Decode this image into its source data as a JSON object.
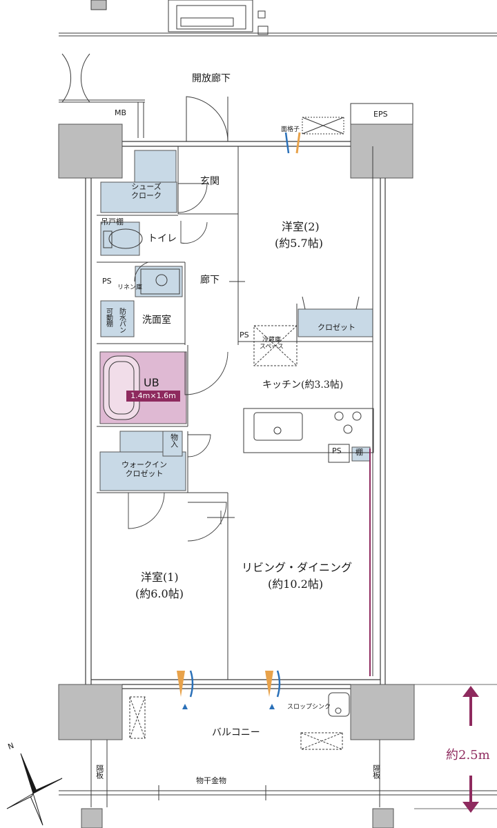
{
  "colors": {
    "wall": "#bdbdbd",
    "wall_stroke": "#555555",
    "line": "#3a3a3a",
    "storage_fill": "#c8d9e6",
    "bath_fill": "#dfb9d3",
    "accent": "#8e2a5e",
    "vent_orange": "#e8a24a",
    "vent_blue": "#2a70b8"
  },
  "labels": {
    "open_corridor": "開放廊下",
    "mb": "MB",
    "eps": "EPS",
    "lattice": "面格子",
    "genkan": "玄関",
    "shoes_cloak": "シューズ\nクローク",
    "toilet": "トイレ",
    "hanging_shelf": "吊戸棚",
    "western2_name": "洋室(2)",
    "western2_size": "(約5.7帖)",
    "ps_top": "PS",
    "linen": "リネン庫",
    "corridor": "廊下",
    "movable_shelf": "可動棚",
    "waterproof_pan": "防水パン",
    "washroom": "洗面室",
    "closet": "クロゼット",
    "ps_mid": "PS",
    "fridge_space": "冷蔵庫\nスペース",
    "ub": "UB",
    "ub_size": "1.4m×1.6m",
    "kitchen": "キッチン(約3.3帖)",
    "storage": "物入",
    "ps_kitchen": "PS",
    "shelf": "棚",
    "walkin_closet": "ウォークイン\nクロゼット",
    "western1_name": "洋室(1)",
    "western1_size": "(約6.0帖)",
    "living_name": "リビング・ダイニング",
    "living_size": "(約10.2帖)",
    "slop_sink": "スロップシンク",
    "balcony": "バルコニー",
    "partition_left": "隔板",
    "partition_right": "隔板",
    "drying_rack": "物干金物",
    "north": "N",
    "balcony_depth": "約2.5m"
  }
}
